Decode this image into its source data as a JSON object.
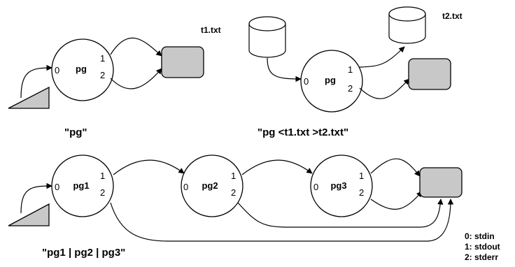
{
  "processes": {
    "p1": "pg",
    "p2": "pg",
    "p3": "pg1",
    "p4": "pg2",
    "p5": "pg3"
  },
  "ports": {
    "in": "0",
    "out": "1",
    "err": "2"
  },
  "files": {
    "in": "t1.txt",
    "out": "t2.txt"
  },
  "captions": {
    "c1": "\"pg\"",
    "c2": "\"pg  <t1.txt  >t2.txt\"",
    "c3": "\"pg1 | pg2 | pg3\""
  },
  "legend": [
    "0: stdin",
    "1: stdout",
    "2: stderr"
  ],
  "colors": {
    "device_fill": "#c8c8c8",
    "stroke": "#000000"
  }
}
